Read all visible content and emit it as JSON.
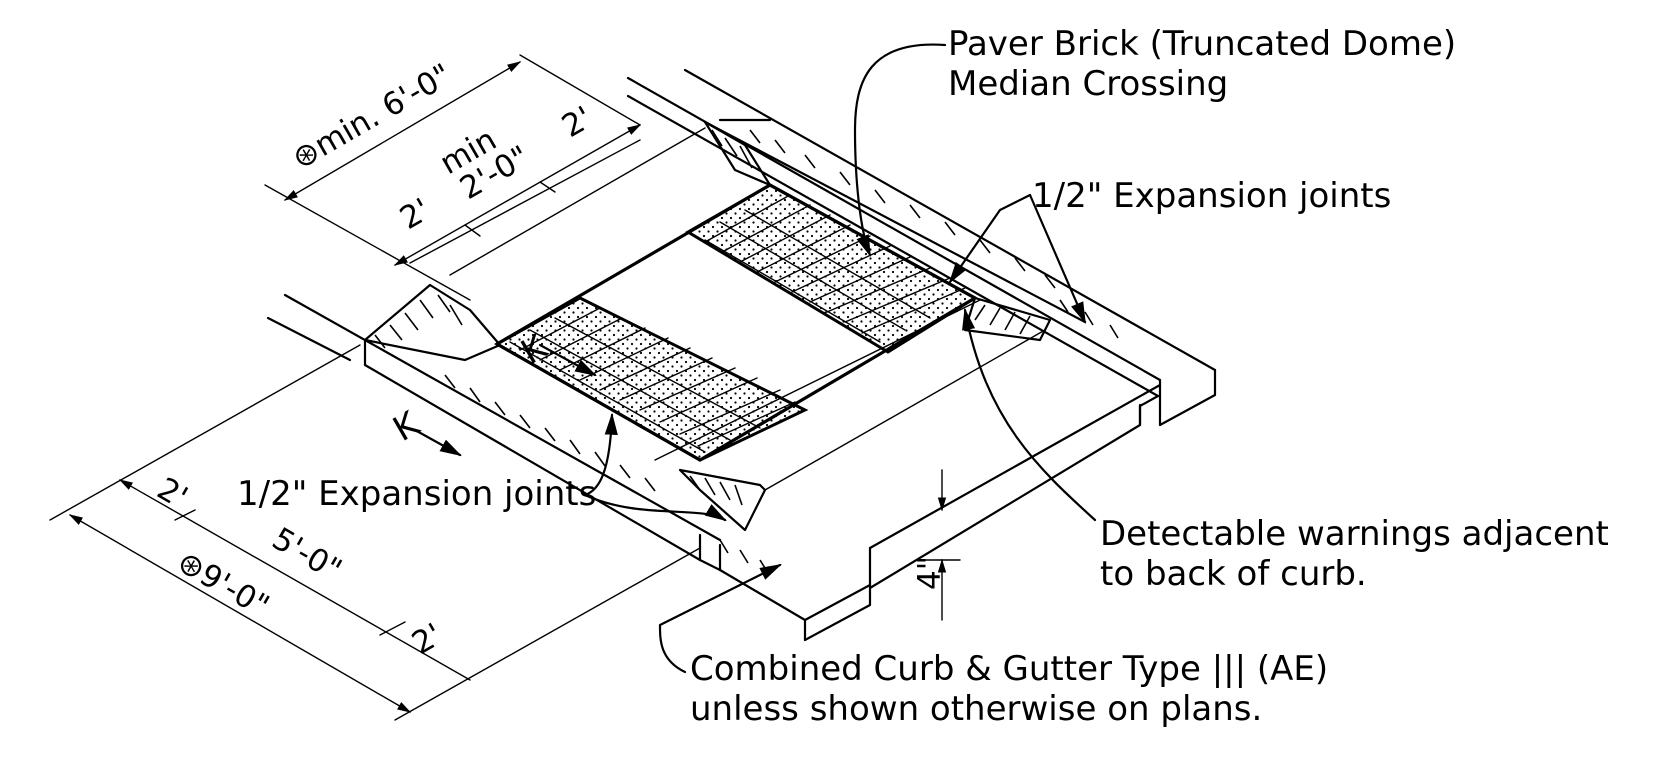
{
  "labels": {
    "paver_line1": "Paver Brick (Truncated Dome)",
    "paver_line2": "Median Crossing",
    "expansion_top": "1/2\" Expansion joints",
    "expansion_left": "1/2\" Expansion joints",
    "detectable_line1": "Detectable warnings adjacent",
    "detectable_line2": "to back of curb.",
    "curb_line1": "Combined Curb & Gutter Type ||| (AE)",
    "curb_line2": "unless shown otherwise on plans.",
    "section_mark_upper": "K",
    "section_mark_lower": "K"
  },
  "dimensions": {
    "min_six": "⊛min. 6'-0\"",
    "min_word": "min",
    "two_ft_a": "2'",
    "two_zero": "2'-0\"",
    "two_ft_b": "2'",
    "two_ft_c": "2'",
    "five_zero": "5'-0\"",
    "nine_zero": "⊛9'-0\"",
    "two_ft_d": "2'",
    "four_in": "4\""
  },
  "colors": {
    "ink": "#000000",
    "paper": "#ffffff"
  }
}
